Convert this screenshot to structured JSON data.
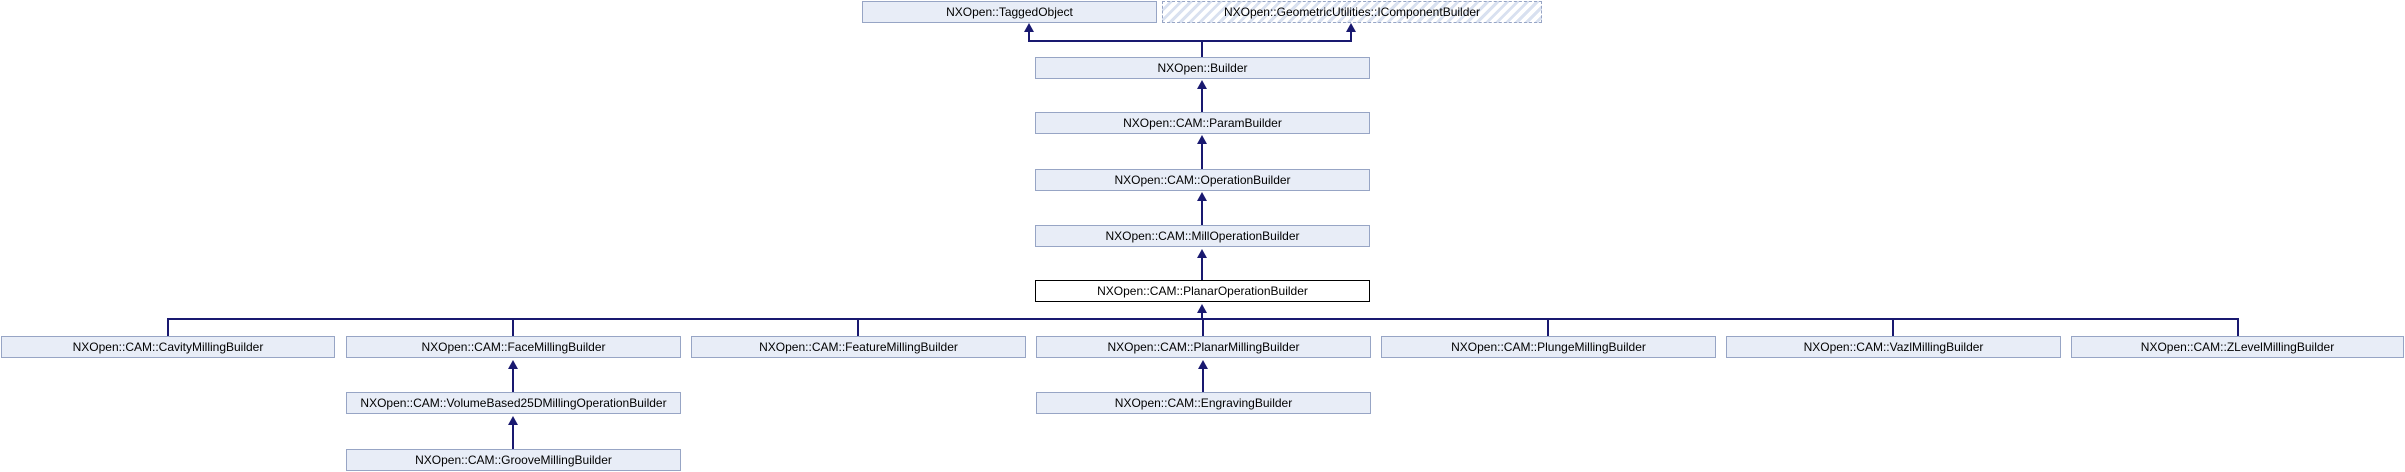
{
  "diagram": {
    "type": "class-inheritance-graph",
    "current_class": "NXOpen::CAM::PlanarOperationBuilder",
    "colors": {
      "background": "#ffffff",
      "node_fill": "#e8edf7",
      "node_border": "#97a5c5",
      "current_node_fill": "#ffffff",
      "current_node_border": "#000000",
      "hatch_stripe": "#d9e1f0",
      "edge": "#191970",
      "text": "#000000"
    },
    "nodes": {
      "taggedObject": "NXOpen::TaggedObject",
      "iComponentBuilder": "NXOpen::GeometricUtilities::IComponentBuilder",
      "builder": "NXOpen::Builder",
      "paramBuilder": "NXOpen::CAM::ParamBuilder",
      "operationBuilder": "NXOpen::CAM::OperationBuilder",
      "millOperationBuilder": "NXOpen::CAM::MillOperationBuilder",
      "planarOperationBuilder": "NXOpen::CAM::PlanarOperationBuilder",
      "cavityMillingBuilder": "NXOpen::CAM::CavityMillingBuilder",
      "faceMillingBuilder": "NXOpen::CAM::FaceMillingBuilder",
      "featureMillingBuilder": "NXOpen::CAM::FeatureMillingBuilder",
      "planarMillingBuilder": "NXOpen::CAM::PlanarMillingBuilder",
      "plungeMillingBuilder": "NXOpen::CAM::PlungeMillingBuilder",
      "vazlMillingBuilder": "NXOpen::CAM::VazlMillingBuilder",
      "zLevelMillingBuilder": "NXOpen::CAM::ZLevelMillingBuilder",
      "volumeBased25DMillingOperationBuilder": "NXOpen::CAM::VolumeBased25DMillingOperationBuilder",
      "engravingBuilder": "NXOpen::CAM::EngravingBuilder",
      "grooveMillingBuilder": "NXOpen::CAM::GrooveMillingBuilder"
    },
    "edges": [
      {
        "from": "NXOpen::Builder",
        "to": "NXOpen::TaggedObject"
      },
      {
        "from": "NXOpen::Builder",
        "to": "NXOpen::GeometricUtilities::IComponentBuilder"
      },
      {
        "from": "NXOpen::CAM::ParamBuilder",
        "to": "NXOpen::Builder"
      },
      {
        "from": "NXOpen::CAM::OperationBuilder",
        "to": "NXOpen::CAM::ParamBuilder"
      },
      {
        "from": "NXOpen::CAM::MillOperationBuilder",
        "to": "NXOpen::CAM::OperationBuilder"
      },
      {
        "from": "NXOpen::CAM::PlanarOperationBuilder",
        "to": "NXOpen::CAM::MillOperationBuilder"
      },
      {
        "from": "NXOpen::CAM::CavityMillingBuilder",
        "to": "NXOpen::CAM::PlanarOperationBuilder"
      },
      {
        "from": "NXOpen::CAM::FaceMillingBuilder",
        "to": "NXOpen::CAM::PlanarOperationBuilder"
      },
      {
        "from": "NXOpen::CAM::FeatureMillingBuilder",
        "to": "NXOpen::CAM::PlanarOperationBuilder"
      },
      {
        "from": "NXOpen::CAM::PlanarMillingBuilder",
        "to": "NXOpen::CAM::PlanarOperationBuilder"
      },
      {
        "from": "NXOpen::CAM::PlungeMillingBuilder",
        "to": "NXOpen::CAM::PlanarOperationBuilder"
      },
      {
        "from": "NXOpen::CAM::VazlMillingBuilder",
        "to": "NXOpen::CAM::PlanarOperationBuilder"
      },
      {
        "from": "NXOpen::CAM::ZLevelMillingBuilder",
        "to": "NXOpen::CAM::PlanarOperationBuilder"
      },
      {
        "from": "NXOpen::CAM::VolumeBased25DMillingOperationBuilder",
        "to": "NXOpen::CAM::FaceMillingBuilder"
      },
      {
        "from": "NXOpen::CAM::GrooveMillingBuilder",
        "to": "NXOpen::CAM::VolumeBased25DMillingOperationBuilder"
      },
      {
        "from": "NXOpen::CAM::EngravingBuilder",
        "to": "NXOpen::CAM::PlanarMillingBuilder"
      }
    ]
  }
}
